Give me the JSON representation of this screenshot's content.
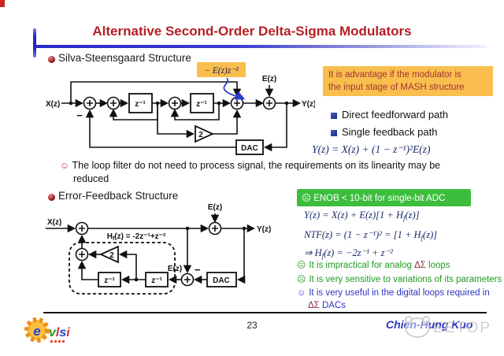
{
  "colors": {
    "title_red": "#b32025",
    "rule_blue": "#2828c8",
    "note_bg": "#f9be4e",
    "note_text": "#a03535",
    "enob_green": "#3cbe3c",
    "good_green": "#229922",
    "formula_navy": "#1b2a6b",
    "delta_sigma_maroon": "#8b2e3c",
    "author_blue": "#2d35c0"
  },
  "header": {
    "title": "Alternative Second-Order Delta-Sigma Modulators"
  },
  "section1": {
    "heading": "Silva-Steensgaard Structure",
    "note": {
      "line1": "It is advantage if the modulator is",
      "line2": "the input stage of MASH structure"
    },
    "bullets": [
      {
        "label": "Direct feedforward path"
      },
      {
        "label": "Single feedback path"
      }
    ],
    "formula": "Y(z) = X(z) + (1 − z⁻¹)²E(z)",
    "comment": {
      "icon": "☺",
      "line1": "The loop filter do not need to process signal, the requirements on its linearity may be",
      "line2": "reduced"
    },
    "diagram": {
      "input": "X(z)",
      "output": "Y(z)",
      "delay1": "z⁻¹",
      "delay2": "z⁻¹",
      "gain": "2",
      "dac": "DAC",
      "error": "E(z)",
      "minus": "−",
      "error_tag": "− E(z)z⁻²"
    }
  },
  "section2": {
    "heading": "Error-Feedback Structure",
    "enob": {
      "icon": "☹",
      "text": "ENOB < 10-bit for single-bit ADC"
    },
    "formulas": [
      {
        "pre": "Y(z) = X(z) + E(z)[1 + H",
        "sub": "f",
        "post": "(z)]"
      },
      {
        "pre": "NTF(z) = (1 − z⁻¹)² = [1 + H",
        "sub": "f",
        "post": "(z)]"
      },
      {
        "pre": "⇒ H",
        "sub": "f",
        "post": "(z) = −2z⁻¹ + z⁻²"
      }
    ],
    "points": [
      {
        "icon": "☹",
        "pre": "It is impractical for analog ",
        "sym": "ΔΣ",
        "post": " loops"
      },
      {
        "icon": "☹",
        "pre": "It is very sensitive to variations of its parameters",
        "sym": "",
        "post": ""
      },
      {
        "icon": "☺",
        "pre": "It is very useful in the digital loops required in",
        "sym": "",
        "post": ""
      },
      {
        "icon": "",
        "pre": "",
        "sym": "ΔΣ",
        "post": " DACs"
      }
    ],
    "diagram": {
      "input": "X(z)",
      "output": "Y(z)",
      "delay1": "z⁻¹",
      "delay2": "z⁻¹",
      "gain": "2",
      "dac": "DAC",
      "error_top": "E(z)",
      "error_mid": "E(z)",
      "minus": "−",
      "filter_label": {
        "pre": "H",
        "sub": "f",
        "post": "(z) = -2z⁻¹+z⁻²"
      }
    }
  },
  "footer": {
    "page": "23",
    "author": "Chien-Hung Kuo",
    "watermark": "EETOP",
    "logo": {
      "e": "e",
      "v": "v",
      "l": "l",
      "s": "s",
      "i": "i"
    }
  }
}
